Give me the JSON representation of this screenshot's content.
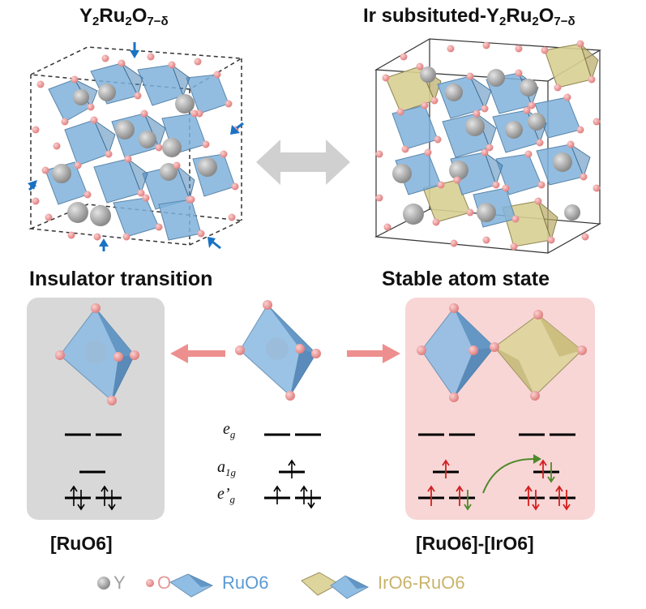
{
  "titles": {
    "left_main": "Y",
    "left_sub1": "2",
    "left_mid": "Ru",
    "left_sub2": "2",
    "left_o": "O",
    "left_sub3": "7−δ",
    "right_prefix": "Ir subsituted-Y",
    "right_sub1": "2",
    "right_mid": "Ru",
    "right_sub2": "2",
    "right_o": "O",
    "right_sub3": "7−δ"
  },
  "headings": {
    "left": "Insulator transition",
    "right": "Stable atom state"
  },
  "orbitals": {
    "eg": "e",
    "eg_sub": "g",
    "a1g": "a",
    "a1g_sub": "1g",
    "eprime": "e’",
    "eprime_sub": "g"
  },
  "labels": {
    "left": "[RuO6]",
    "right": "[RuO6]-[IrO6]"
  },
  "legend": {
    "y": "Y",
    "o": "O",
    "ruo6": "RuO6",
    "iro6_ruo6": "IrO6-RuO6"
  },
  "colors": {
    "ruo6_blue": "#7fb1dc",
    "iro6_yellow": "#d8cf92",
    "oxygen": "#f1a3a3",
    "yttrium": "#a8a8a8",
    "arrow_pink": "#ee8f8f",
    "arrow_grey": "#d0d0d0",
    "compress_arrow": "#1a72c4",
    "spin_red": "#d41f1f",
    "spin_green": "#4f8a2a",
    "ruo6_text": "#5b9bd5",
    "iro6_text": "#c9b36b"
  }
}
